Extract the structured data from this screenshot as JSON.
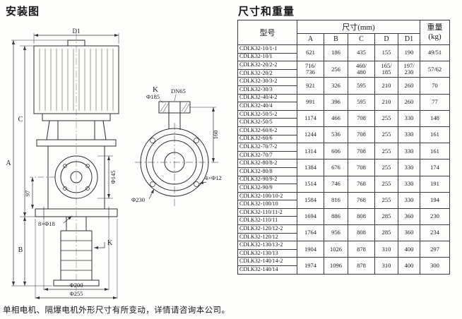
{
  "titles": {
    "installation": "安装图",
    "dimensions": "尺寸和重量"
  },
  "footnote": "单相电机、隔爆电机外形尺寸有所变动，详情请咨询本公司。",
  "diagram": {
    "dim_d1": "D1",
    "dim_a": "A",
    "dim_b": "B",
    "dim_c": "C",
    "dim_97": "97",
    "dia_145": "Φ145",
    "bolt_plate": "8×Φ18",
    "dia_200": "Φ200",
    "dia_255": "Φ255",
    "section_k": "K",
    "view_k": "K",
    "dia_185": "Φ185",
    "port_dn65": "DN65",
    "dim_160": "160",
    "dia_230": "Φ230",
    "bolt_flange": "4×Φ12"
  },
  "table": {
    "header": {
      "model": "型号",
      "dims": "尺寸(mm)",
      "weight_top": "重量",
      "weight_bottom": "(kg)",
      "cols": [
        "A",
        "B",
        "C",
        "D",
        "D1"
      ]
    },
    "pairs": [
      {
        "models": [
          "CDLK32-10/1-1",
          "CDLK32-10/1"
        ],
        "A": "621",
        "B": "186",
        "C": "435",
        "D": "155",
        "D1": "190",
        "weight": "49/51"
      },
      {
        "models": [
          "CDLK32-20/2-2",
          "CDLK32-20/2"
        ],
        "A": "716/\n736",
        "B": "256",
        "C": "460/\n480",
        "D": "165/\n185",
        "D1": "197/\n230",
        "weight": "57/62"
      },
      {
        "models": [
          "CDLK32-30/3-2",
          "CDLK32-30/3"
        ],
        "A": "921",
        "B": "326",
        "C": "595",
        "D": "210",
        "D1": "260",
        "weight": "70"
      },
      {
        "models": [
          "CDLK32-40/4-2",
          "CDLK32-40/4"
        ],
        "A": "991",
        "B": "396",
        "C": "595",
        "D": "210",
        "D1": "260",
        "weight": "77"
      },
      {
        "models": [
          "CDLK32-50/5-2",
          "CDLK32-50/5"
        ],
        "A": "1174",
        "B": "466",
        "C": "708",
        "D": "255",
        "D1": "330",
        "weight": "148"
      },
      {
        "models": [
          "CDLK32-60/6-2",
          "CDLK32-60/6"
        ],
        "A": "1244",
        "B": "536",
        "C": "708",
        "D": "255",
        "D1": "330",
        "weight": "161"
      },
      {
        "models": [
          "CDLK32-70/7-2",
          "CDLK32-70/7"
        ],
        "A": "1314",
        "B": "606",
        "C": "708",
        "D": "255",
        "D1": "330",
        "weight": "161"
      },
      {
        "models": [
          "CDLK32-80/8-2",
          "CDLK32-80/8"
        ],
        "A": "1384",
        "B": "676",
        "C": "708",
        "D": "255",
        "D1": "330",
        "weight": "174"
      },
      {
        "models": [
          "CDLK32-90/9-2",
          "CDLK32-90/9"
        ],
        "A": "1514",
        "B": "746",
        "C": "768",
        "D": "255",
        "D1": "330",
        "weight": "191"
      },
      {
        "models": [
          "CDLK32-100/10-2",
          "CDLK32-100/10"
        ],
        "A": "1584",
        "B": "816",
        "C": "768",
        "D": "255",
        "D1": "330",
        "weight": "194"
      },
      {
        "models": [
          "CDLK32-110/11-2",
          "CDLK32-110/11"
        ],
        "A": "1694",
        "B": "886",
        "C": "808",
        "D": "285",
        "D1": "360",
        "weight": "230"
      },
      {
        "models": [
          "CDLK32-120/12-2",
          "CDLK32-120/12"
        ],
        "A": "1764",
        "B": "956",
        "C": "808",
        "D": "285",
        "D1": "360",
        "weight": "234"
      },
      {
        "models": [
          "CDLK32-130/13-2",
          "CDLK32-130/13"
        ],
        "A": "1904",
        "B": "1026",
        "C": "878",
        "D": "310",
        "D1": "400",
        "weight": "297"
      },
      {
        "models": [
          "CDLK32-140/14-2",
          "CDLK32-140/14"
        ],
        "A": "1974",
        "B": "1096",
        "C": "878",
        "D": "310",
        "D1": "400",
        "weight": "300"
      }
    ]
  }
}
